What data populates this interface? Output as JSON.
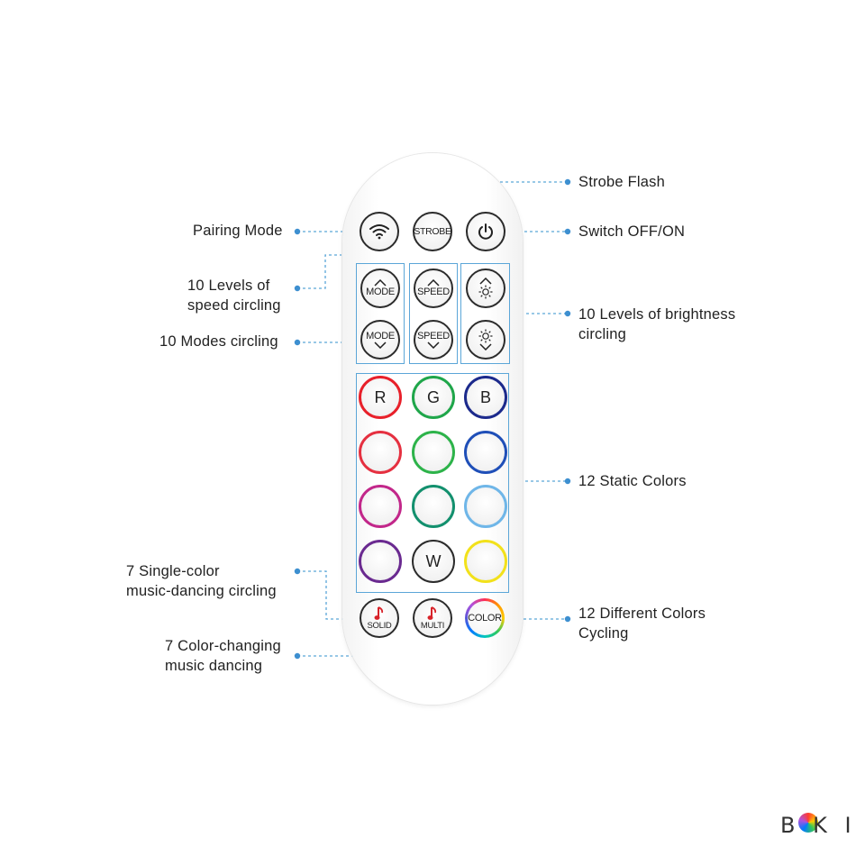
{
  "labels": {
    "strobe_flash": "Strobe Flash",
    "pairing_mode": "Pairing Mode",
    "switch_off_on": "Switch OFF/ON",
    "speed_levels": "10 Levels of\nspeed circling",
    "modes_circling": "10 Modes circling",
    "brightness_levels": "10 Levels of brightness\ncircling",
    "static_colors": "12 Static Colors",
    "single_color_music": "7 Single-color\nmusic-dancing circling",
    "color_cycling": "12 Different Colors\nCycling",
    "color_changing_music": "7 Color-changing\nmusic dancing"
  },
  "buttons": {
    "strobe": "STROBE",
    "mode": "MODE",
    "speed": "SPEED",
    "r": "R",
    "g": "G",
    "b": "B",
    "w": "W",
    "solid": "SOLID",
    "multi": "MULTI",
    "color": "COLOR"
  },
  "icons": {
    "pairing": "wifi-icon",
    "power": "power-icon",
    "brightness": "sun-icon",
    "music": "music-note-icon"
  },
  "colors": {
    "leader_line": "#5ba6d8",
    "group_border": "#5ba6d8",
    "ring_red": "#e8202a",
    "ring_green": "#1fa64a",
    "ring_blue": "#1c2a8c",
    "ring_red2": "#e53040",
    "ring_green2": "#2db34a",
    "ring_blue2": "#1f4fb8",
    "ring_magenta": "#c2278a",
    "ring_teal": "#13906e",
    "ring_lightblue": "#6fb6e8",
    "ring_purple": "#6a2a90",
    "ring_yellow": "#f2e11b",
    "music_note": "#d8232a"
  },
  "logo": {
    "text": "B  K I"
  }
}
